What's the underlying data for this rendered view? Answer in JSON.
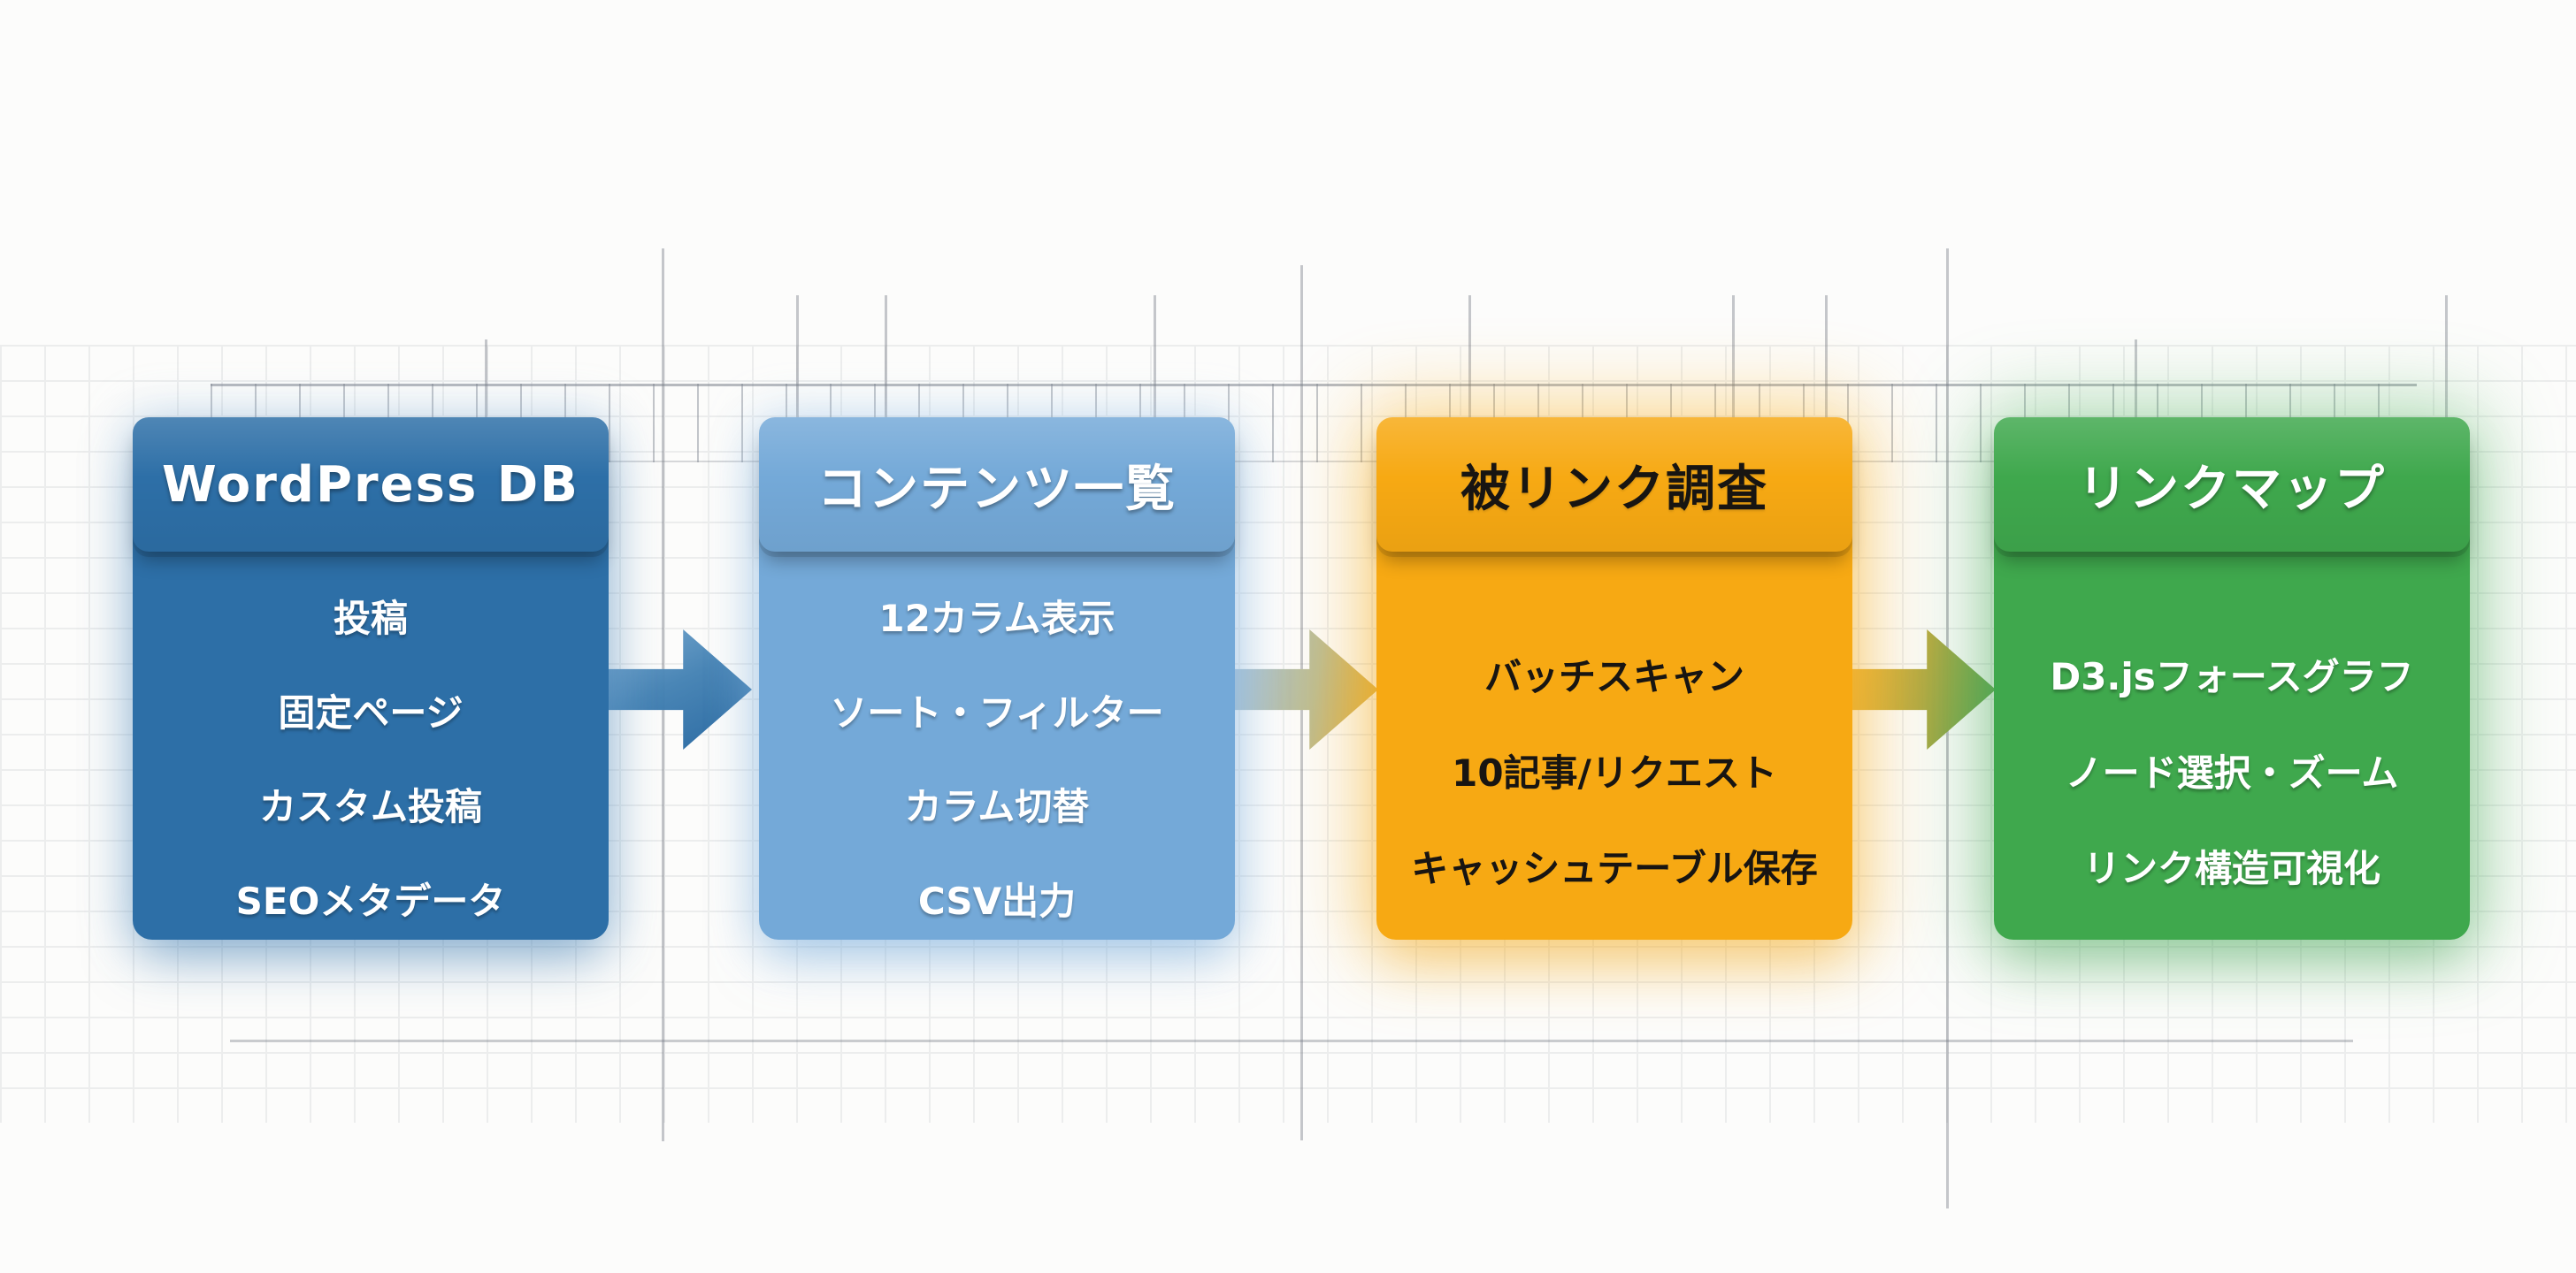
{
  "diagram": {
    "type": "flow",
    "direction": "left-to-right",
    "stages": [
      {
        "title": "WordPress DB",
        "items": [
          "投稿",
          "固定ページ",
          "カスタム投稿",
          "SEOメタデータ"
        ],
        "color": "#2d6fa7",
        "text_color": "#ffffff"
      },
      {
        "title": "コンテンツ一覧",
        "items": [
          "12カラム表示",
          "ソート・フィルター",
          "カラム切替",
          "CSV出力"
        ],
        "color": "#74a9d8",
        "text_color": "#ffffff"
      },
      {
        "title": "被リンク調査",
        "items": [
          "バッチスキャン",
          "10記事/リクエスト",
          "キャッシュテーブル保存"
        ],
        "color": "#f7a913",
        "text_color": "#181512"
      },
      {
        "title": "リンクマップ",
        "items": [
          "D3.jsフォースグラフ",
          "ノード選択・ズーム",
          "リンク構造可視化"
        ],
        "color": "#3fa84d",
        "text_color": "#ffffff"
      }
    ],
    "arrows": [
      {
        "from": "WordPress DB",
        "to": "コンテンツ一覧",
        "gradient": [
          "#78a8cf",
          "#2b6aa2"
        ]
      },
      {
        "from": "コンテンツ一覧",
        "to": "被リンク調査",
        "gradient": [
          "#abc6df",
          "#e3ae37"
        ]
      },
      {
        "from": "被リンク調査",
        "to": "リンクマップ",
        "gradient": [
          "#f1b73e",
          "#54a455"
        ]
      }
    ],
    "background": {
      "grid_color": "#8f959f",
      "canvas_color": "#fcfcfb"
    }
  }
}
